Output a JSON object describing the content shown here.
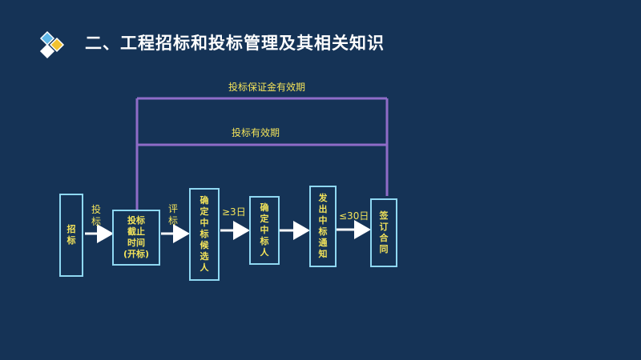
{
  "title": "二、工程招标和投标管理及其相关知识",
  "periods": {
    "bid_bond_validity": "投标保证金有效期",
    "bid_validity": "投标有效期"
  },
  "steps": [
    {
      "id": "invite",
      "label": "招\n标"
    },
    {
      "id": "deadline",
      "label": "投标\n截止\n时间\n(开标)"
    },
    {
      "id": "candidate",
      "label": "确\n定\n中\n标\n候\n选\n人"
    },
    {
      "id": "winner",
      "label": "确\n定\n中\n标\n人"
    },
    {
      "id": "notice",
      "label": "发\n出\n中\n标\n通\n知"
    },
    {
      "id": "contract",
      "label": "签\n订\n合\n同"
    }
  ],
  "arrows": [
    {
      "label": "投\n标"
    },
    {
      "label": "评\n标"
    },
    {
      "label": "≥3日"
    },
    {
      "label": ""
    },
    {
      "label": "≤30日"
    }
  ],
  "colors": {
    "background": "#153356",
    "box_border": "#8fd8f2",
    "text": "#f3e35a",
    "bracket": "#8f6cc8"
  }
}
